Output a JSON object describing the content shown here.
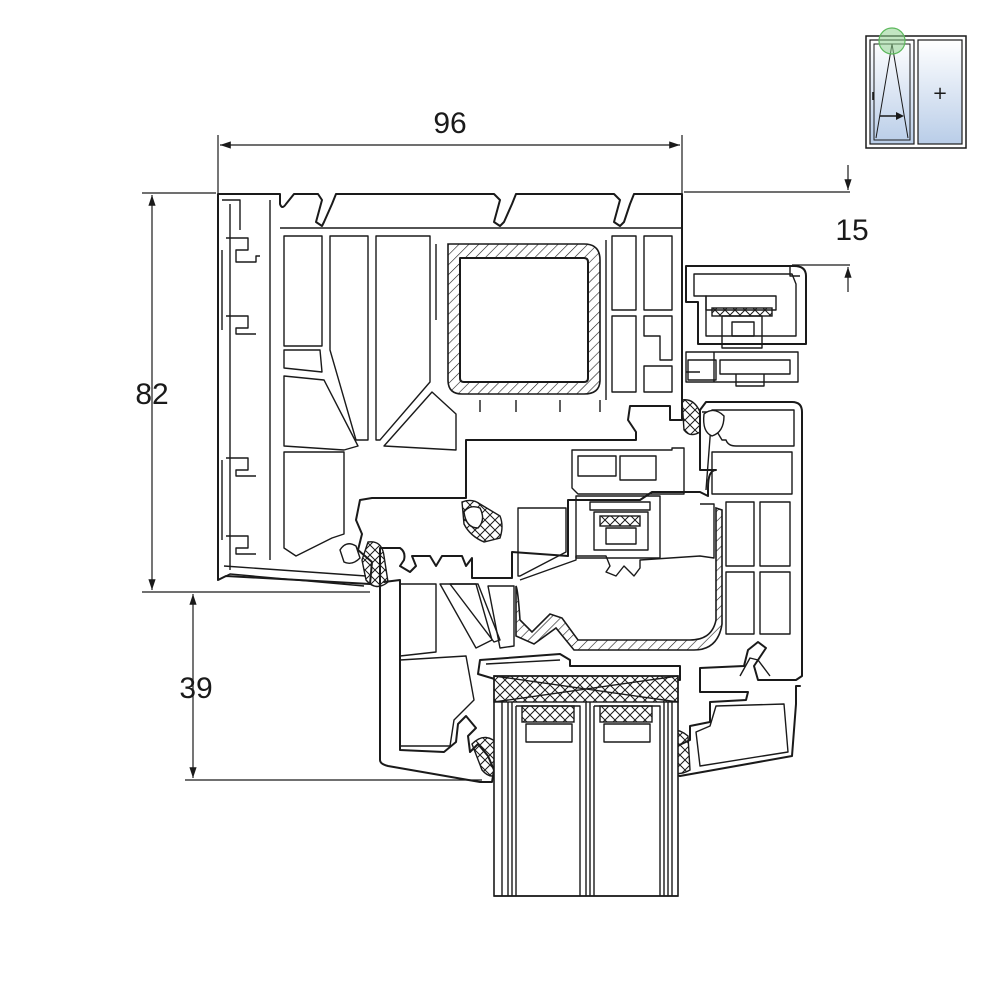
{
  "dimensions": {
    "width_top": "96",
    "height_left": "82",
    "right_offset": "15",
    "sash_bottom": "39"
  },
  "thumbnail": {
    "left_pane_icon": "tilt-turn-arrow-icon",
    "right_pane_icon": "fixed-plus-icon",
    "right_pane_symbol": "+",
    "highlight_color": "#8fd18f",
    "glass_gradient_top": "#ffffff",
    "glass_gradient_bottom": "#b9cde8"
  },
  "colors": {
    "line": "#1a1a1a",
    "background": "#ffffff"
  }
}
